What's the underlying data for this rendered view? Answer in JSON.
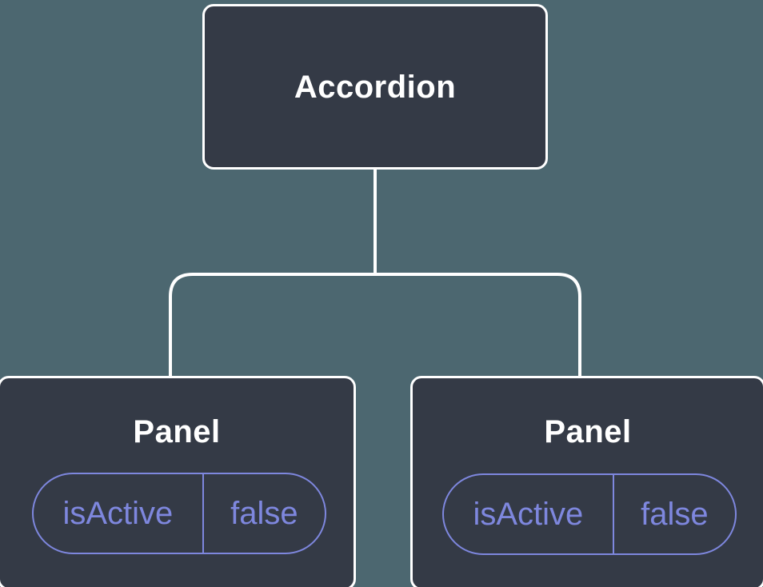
{
  "diagram": {
    "type": "component-tree",
    "root": {
      "label": "Accordion"
    },
    "children": [
      {
        "label": "Panel",
        "state": {
          "name": "isActive",
          "value": "false"
        }
      },
      {
        "label": "Panel",
        "state": {
          "name": "isActive",
          "value": "false"
        }
      }
    ],
    "colors": {
      "background": "#4C6770",
      "node_fill": "#343A46",
      "node_border": "#FFFFFF",
      "connector": "#FFFFFF",
      "label_text": "#FFFFFF",
      "state_accent": "#7E87DE"
    }
  }
}
